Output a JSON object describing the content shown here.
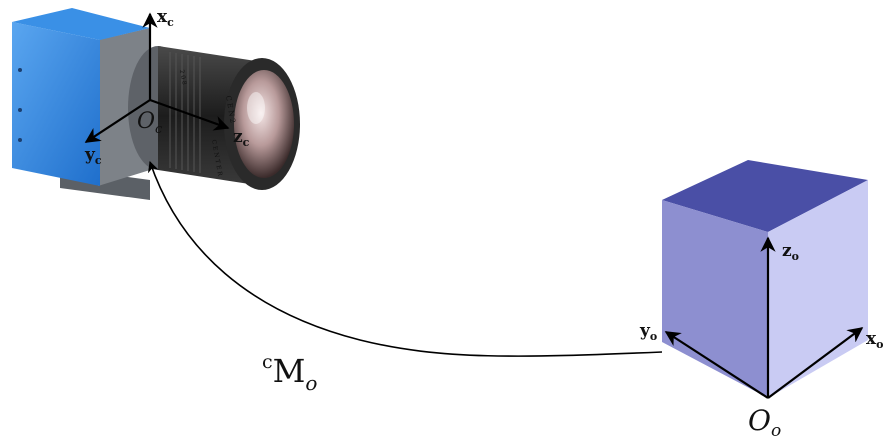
{
  "camera": {
    "origin": {
      "main": "O",
      "sub": "c"
    },
    "axes": {
      "x": {
        "main": "x",
        "sub": "c"
      },
      "y": {
        "main": "y",
        "sub": "c"
      },
      "z": {
        "main": "z",
        "sub": "c"
      }
    },
    "lens_text": {
      "line1": "C E N 2",
      "line2": "C E N T E R",
      "line3": "2 0 8"
    }
  },
  "object": {
    "origin": {
      "main": "O",
      "sub": "o"
    },
    "axes": {
      "x": {
        "main": "x",
        "sub": "o"
      },
      "y": {
        "main": "y",
        "sub": "o"
      },
      "z": {
        "main": "z",
        "sub": "o"
      }
    }
  },
  "transform": {
    "superscript": "c",
    "main": "M",
    "sub": "o"
  },
  "colors": {
    "camera_body": "#2f86e0",
    "cube_top": "#4a4fa6",
    "cube_left": "#8d8fd0",
    "cube_right": "#c9cbf3"
  }
}
